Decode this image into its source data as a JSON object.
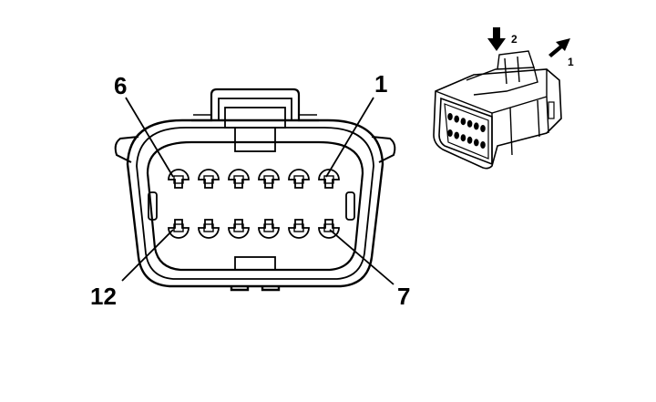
{
  "front_view": {
    "pin_labels": {
      "top_left": "6",
      "top_right": "1",
      "bottom_left": "12",
      "bottom_right": "7"
    },
    "top_row_cavities": 6,
    "bottom_row_cavities": 6
  },
  "iso_view": {
    "arrow_down_label": "2",
    "arrow_diag_label": "1"
  }
}
